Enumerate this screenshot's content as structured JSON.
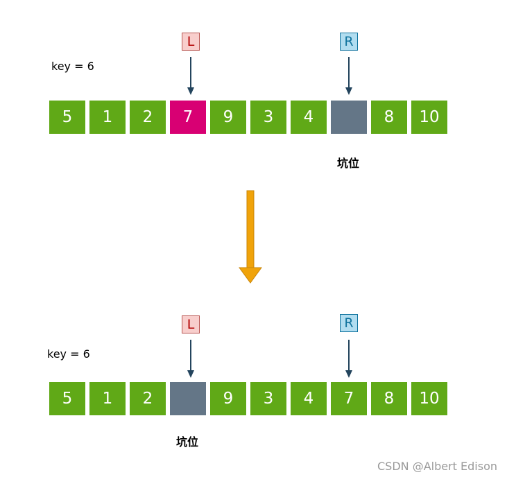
{
  "before": {
    "key_label": "key = 6",
    "left_marker": "L",
    "right_marker": "R",
    "cells": [
      "5",
      "1",
      "2",
      "7",
      "9",
      "3",
      "4",
      "",
      "8",
      "10"
    ],
    "left_index": 3,
    "right_index": 7,
    "pit_label": "坑位",
    "pit_index": 7
  },
  "after": {
    "key_label": "key = 6",
    "left_marker": "L",
    "right_marker": "R",
    "cells": [
      "5",
      "1",
      "2",
      "",
      "9",
      "3",
      "4",
      "7",
      "8",
      "10"
    ],
    "left_index": 3,
    "right_index": 7,
    "pit_label": "坑位",
    "pit_index": 3
  },
  "colors": {
    "cell": "#60a917",
    "highlight": "#d80073",
    "pit": "#647687",
    "arrow": "#23445d",
    "transition_arrow": "#f0a30a"
  },
  "watermark": "CSDN @Albert Edison"
}
